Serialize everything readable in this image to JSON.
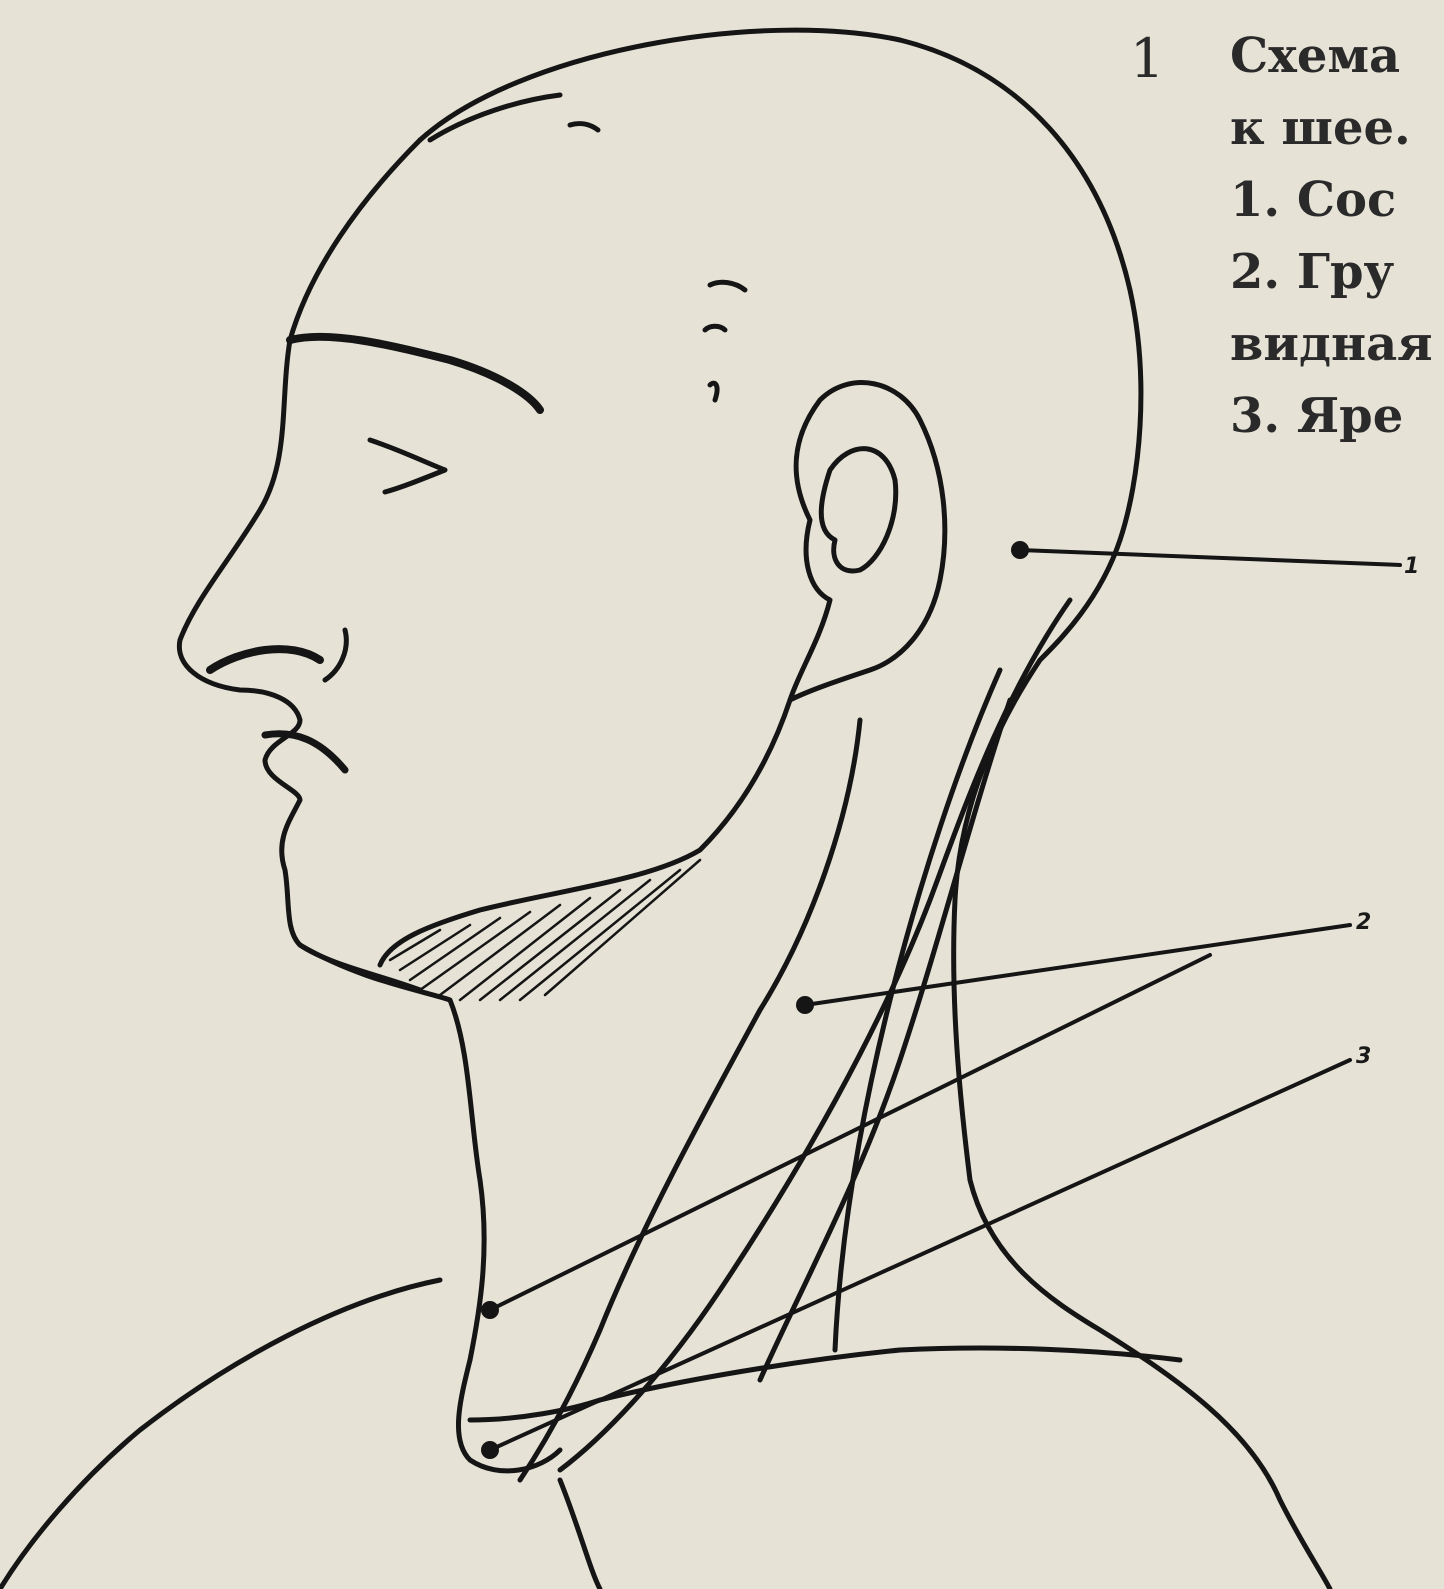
{
  "figure": {
    "number": "1",
    "caption_lines": [
      "Схема",
      "к шее.",
      "1. Сос",
      "2. Гру",
      "видная",
      "3. Яре"
    ]
  },
  "callouts": [
    "1",
    "2",
    "3"
  ],
  "colors": {
    "paper": "#e6e2d6",
    "ink": "#151515"
  }
}
